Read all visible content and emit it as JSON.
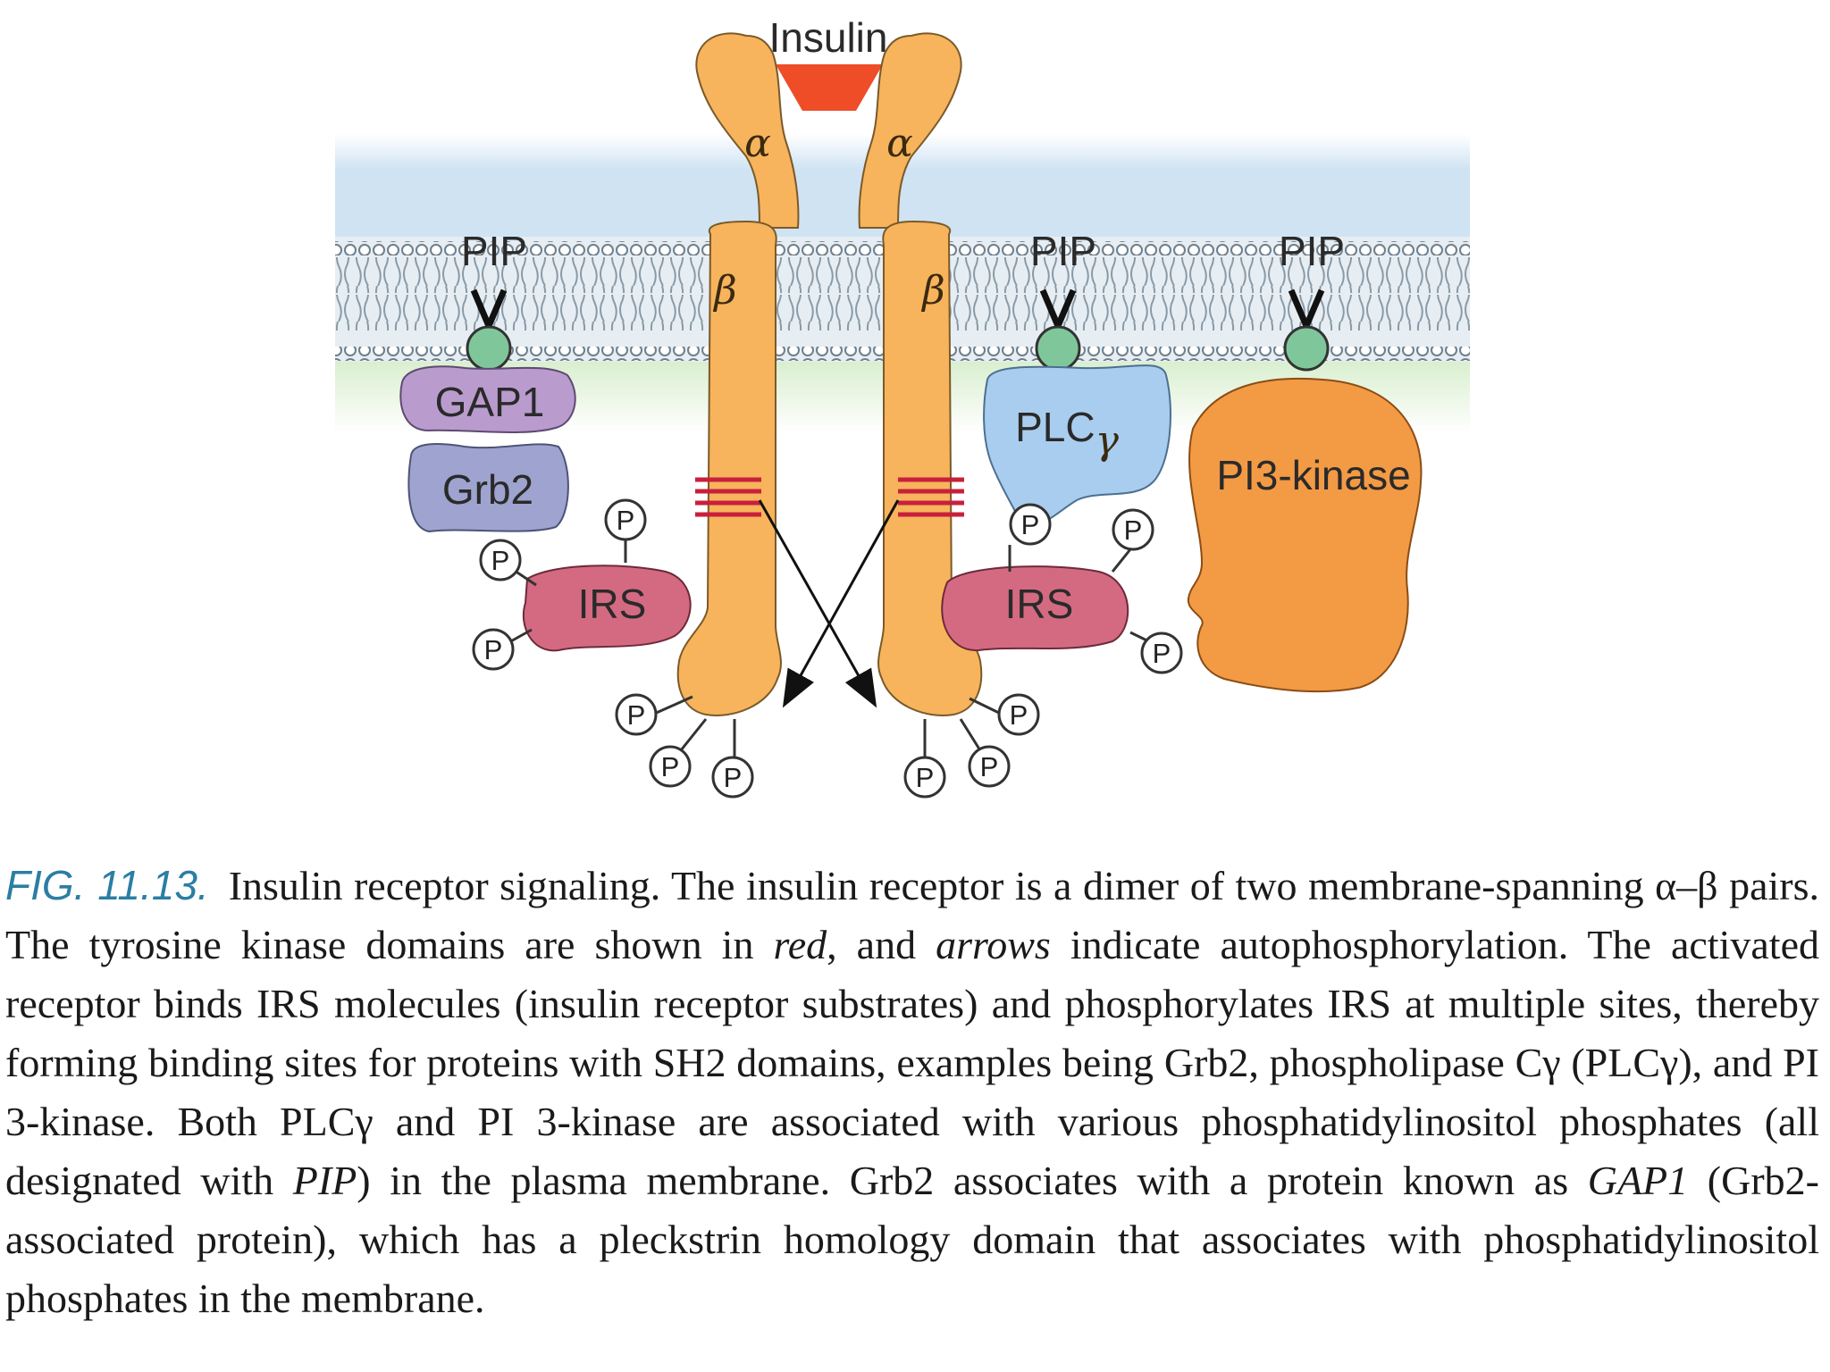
{
  "diagram": {
    "ligand": "Insulin",
    "alpha": "α",
    "beta": "β",
    "pip": "PIP",
    "gap1": "GAP1",
    "grb2": "Grb2",
    "irs": "IRS",
    "plc": "PLC",
    "plc_sub": "γ",
    "pi3k": "PI3-kinase",
    "phosphate": "P"
  },
  "caption": {
    "fig_label": "FIG. 11.13.",
    "s1": "Insulin receptor signaling. The insulin receptor is a dimer of two membrane-spanning α–β pairs. The tyrosine kinase domains are shown in ",
    "s1_it": "red",
    "s2": ", and ",
    "s2_it": "arrows",
    "s3": " indicate autophosphorylation. The activated receptor binds IRS molecules (insulin receptor substrates) and phosphorylates IRS at multiple sites, thereby forming binding sites for proteins with SH2 domains, examples being Grb2, phospholipase Cγ (PLCγ), and PI 3-kinase. Both PLCγ and PI 3-kinase are associated with various phosphatidylinositol phosphates (all designated with ",
    "s3_it": "PIP",
    "s4": ") in the plasma membrane. Grb2 associates with a protein known as ",
    "s4_it": "GAP1",
    "s5": " (Grb2-associated protein), which has a pleckstrin homology domain that associates with phosphatidylinositol phosphates in the membrane."
  },
  "colors": {
    "receptor": "#f7b45c",
    "insulin": "#ee4d27",
    "gap1": "#b99ccd",
    "grb2": "#9ea4cf",
    "irs": "#d46a82",
    "plc": "#a9cdee",
    "pi3k": "#f39a45",
    "kinase_band": "#c8203c",
    "pip_head": "#7fc79b"
  }
}
